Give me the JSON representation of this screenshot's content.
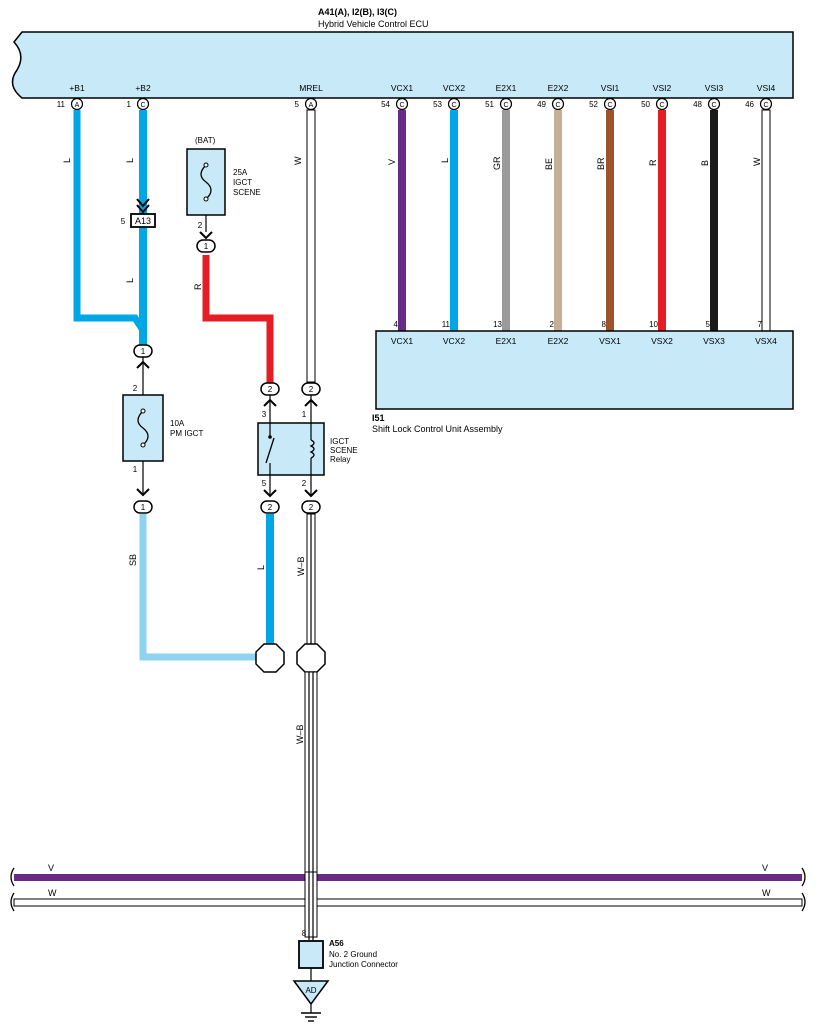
{
  "ecu": {
    "code": "A41(A), I2(B), I3(C)",
    "name": "Hybrid Vehicle Control ECU",
    "pins": [
      {
        "name": "+B1",
        "num": "11",
        "conn": "A",
        "wire": "L"
      },
      {
        "name": "+B2",
        "num": "1",
        "conn": "C",
        "wire": "L"
      },
      {
        "name": "MREL",
        "num": "5",
        "conn": "A",
        "wire": "W"
      },
      {
        "name": "VCX1",
        "num": "54",
        "conn": "C",
        "wire": "V"
      },
      {
        "name": "VCX2",
        "num": "53",
        "conn": "C",
        "wire": "L"
      },
      {
        "name": "E2X1",
        "num": "51",
        "conn": "C",
        "wire": "GR"
      },
      {
        "name": "E2X2",
        "num": "49",
        "conn": "C",
        "wire": "BE"
      },
      {
        "name": "VSI1",
        "num": "52",
        "conn": "C",
        "wire": "BR"
      },
      {
        "name": "VSI2",
        "num": "50",
        "conn": "C",
        "wire": "R"
      },
      {
        "name": "VSI3",
        "num": "48",
        "conn": "C",
        "wire": "B"
      },
      {
        "name": "VSI4",
        "num": "46",
        "conn": "C",
        "wire": "W"
      }
    ]
  },
  "shift_lock": {
    "code": "I51",
    "name": "Shift Lock Control Unit Assembly",
    "pins": [
      {
        "name": "VCX1",
        "num": "4"
      },
      {
        "name": "VCX2",
        "num": "11"
      },
      {
        "name": "E2X1",
        "num": "13"
      },
      {
        "name": "E2X2",
        "num": "2"
      },
      {
        "name": "VSX1",
        "num": "8"
      },
      {
        "name": "VSX2",
        "num": "10"
      },
      {
        "name": "VSX3",
        "num": "5"
      },
      {
        "name": "VSX4",
        "num": "7"
      }
    ]
  },
  "fuse_25a": {
    "source": "(BAT)",
    "line1": "25A",
    "line2": "IGCT",
    "line3": "SCENE",
    "pin": "2"
  },
  "fuse_10a": {
    "line1": "10A",
    "line2": "PM IGCT",
    "pin_top": "2",
    "pin_bottom": "1"
  },
  "relay": {
    "line1": "IGCT",
    "line2": "SCENE",
    "line3": "Relay",
    "pin3": "3",
    "pin1": "1",
    "pin5": "5",
    "pin2": "2"
  },
  "junction_a13": {
    "label": "A13",
    "pin": "5"
  },
  "connectors": {
    "c1": "1",
    "c2": "2"
  },
  "wires": {
    "l": "L",
    "r": "R",
    "sb": "SB",
    "wb": "W–B",
    "w": "W",
    "v": "V"
  },
  "bus": {
    "v_label": "V",
    "w_label": "W"
  },
  "ground_jc": {
    "code": "A56",
    "line1": "No.  2 Ground",
    "line2": "Junction Connector",
    "pin": "8",
    "ground_tag": "AD"
  },
  "colors": {
    "ecu_fill": "#c8e9f7",
    "blue": "#00a7e6",
    "light_blue": "#8fd3f3",
    "violet": "#6a2b86",
    "red": "#e51c23",
    "gray": "#9a9a9a",
    "beige": "#c5b095",
    "brown": "#a0522d",
    "black": "#1a1a1a",
    "white": "#ffffff"
  }
}
